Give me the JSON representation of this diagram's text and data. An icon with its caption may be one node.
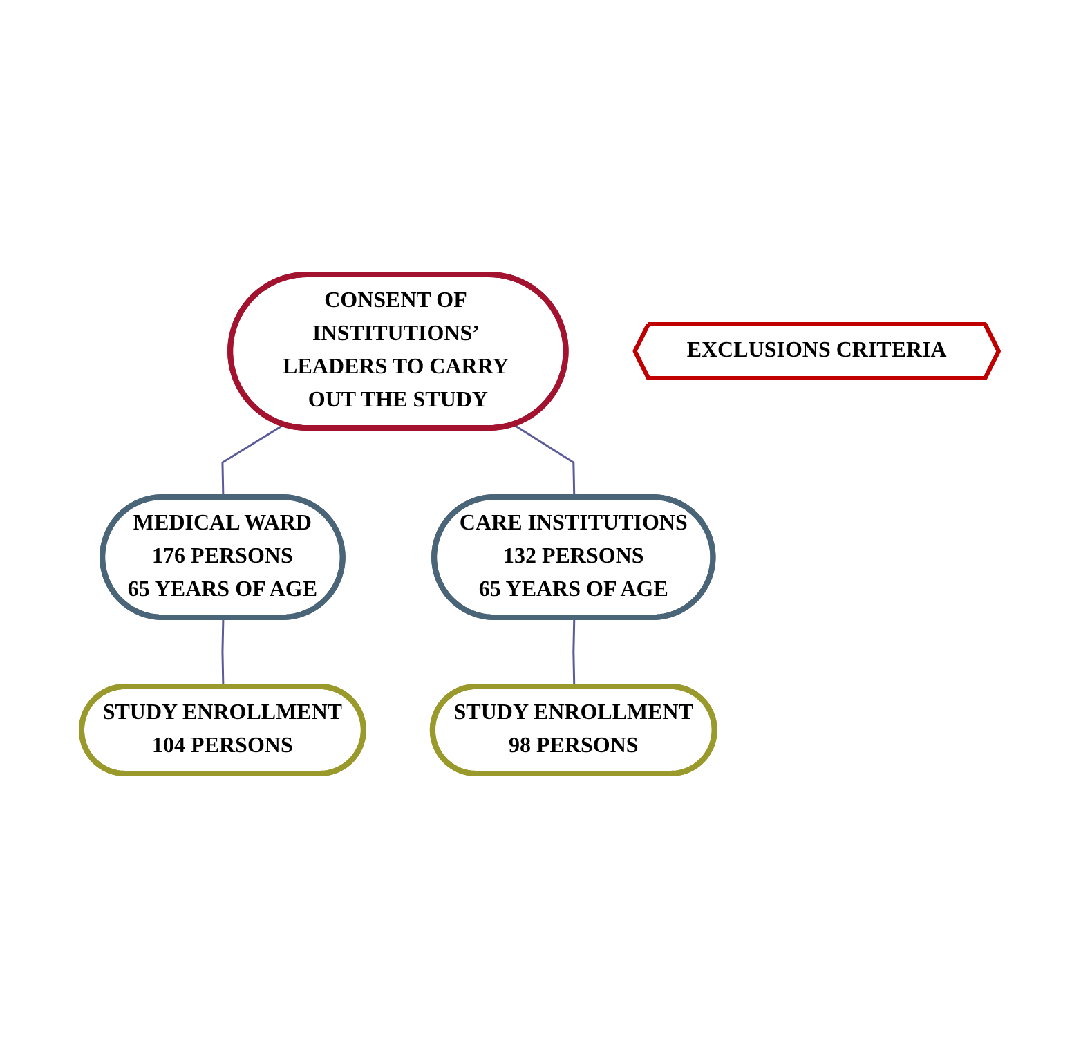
{
  "diagram": {
    "nodes": [
      {
        "text": [
          "CONSENT OF INSTITUTIONS’ LEADERS TO CARRY OUT THE STUDY"
        ]
      },
      {
        "text": [
          "MEDICAL WARD",
          "176 PERSONS",
          "65 YEARS OF AGE"
        ]
      },
      {
        "text": [
          "CARE INSTITUTIONS",
          "132 PERSONS",
          "65 YEARS OF AGE"
        ]
      },
      {
        "text": [
          "EXCLUSIONS CRITERIA"
        ]
      },
      {
        "text": [
          "STUDY ENROLLMENT",
          "104 PERSONS"
        ]
      },
      {
        "text": [
          "STUDY ENROLLMENT",
          "98 PERSONS"
        ]
      }
    ],
    "edges": [
      {
        "from": 0,
        "to": 1,
        "arrow": "none"
      },
      {
        "from": 0,
        "to": 2,
        "arrow": "none"
      },
      {
        "from": 1,
        "to": 4,
        "arrow": "none"
      },
      {
        "from": 2,
        "to": 5,
        "arrow": "none"
      }
    ]
  }
}
